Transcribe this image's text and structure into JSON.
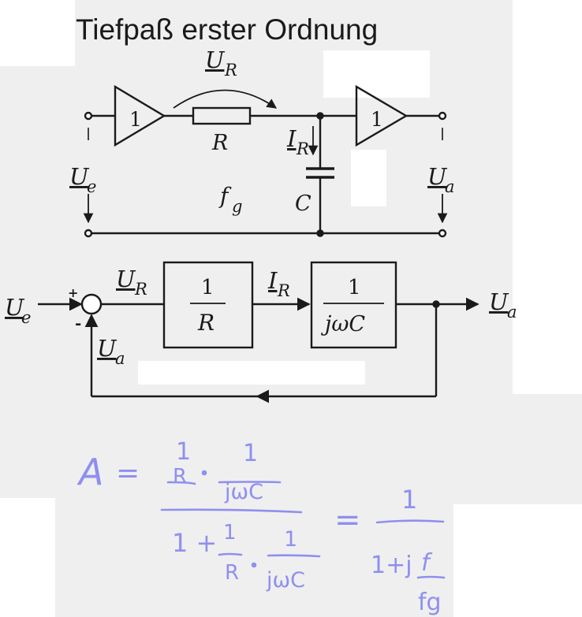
{
  "title": "Tiefpaß erster Ordnung",
  "circuit": {
    "voltage_r": "U",
    "voltage_r_sub": "R",
    "resistor": "R",
    "current": "I",
    "current_sub": "R",
    "capacitor": "C",
    "input": "U",
    "input_sub": "e",
    "output": "U",
    "output_sub": "a",
    "cutoff": "f",
    "cutoff_sub": "g",
    "buffer_gain": "1"
  },
  "block": {
    "input": "U",
    "input_sub": "e",
    "plus": "+",
    "minus": "-",
    "ur": "U",
    "ur_sub": "R",
    "block1_num": "1",
    "block1_den": "R",
    "ir": "I",
    "ir_sub": "R",
    "block2_num": "1",
    "block2_den": "jωC",
    "output": "U",
    "output_sub": "a",
    "feedback": "U",
    "feedback_sub": "a"
  },
  "handwriting": {
    "lhs": "A",
    "eq": "=",
    "one": "1",
    "r": "R",
    "jwc": "jωC",
    "one_plus": "1 +",
    "one_plus_j": "1+j",
    "f": "f",
    "fg": "fg"
  },
  "colors": {
    "ink": "#1a1a1a",
    "pen": "#8f8ff0",
    "paper": "#efefef"
  }
}
